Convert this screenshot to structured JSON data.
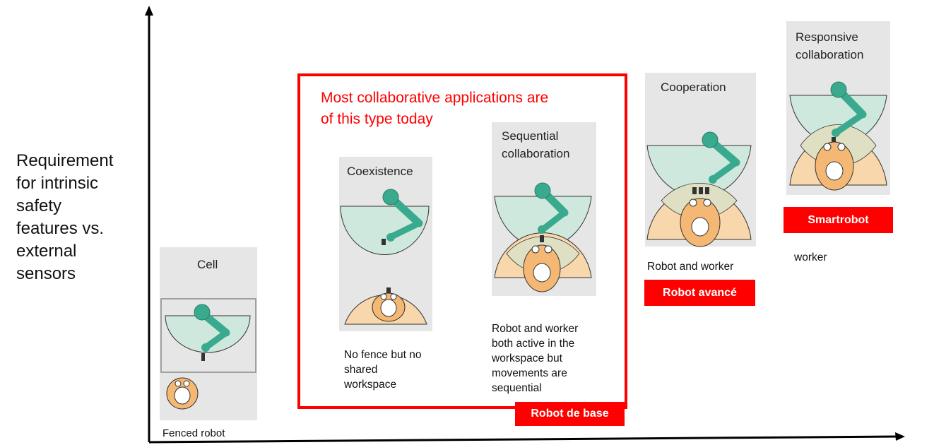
{
  "axis": {
    "y_label": "Requirement\nfor intrinsic\nsafety\nfeatures vs.\nexternal\nsensors"
  },
  "highlight_text": "Most collaborative applications are\nof this type today",
  "panels": {
    "cell": {
      "title": "Cell",
      "caption": "Fenced robot"
    },
    "coexistence": {
      "title": "Coexistence",
      "caption": "No fence but no\nshared\nworkspace"
    },
    "sequential": {
      "title": "Sequential\ncollaboration",
      "caption": "Robot and worker\nboth active in the\nworkspace but\nmovements are\nsequential"
    },
    "cooperation": {
      "title": "Cooperation",
      "caption": "Robot and worker"
    },
    "responsive": {
      "title": "Responsive\ncollaboration",
      "caption": "worker"
    }
  },
  "badges": {
    "base": "Robot de base",
    "advanced": "Robot avancé",
    "smart": "Smartrobot"
  },
  "colors": {
    "robot_zone": "#cfe8de",
    "robot_arm": "#3aaa8f",
    "worker_zone": "#f7d7ab",
    "worker_body": "#f4b874",
    "overlap_zone": "#dfe0c3",
    "panel_bg": "#e6e6e6",
    "accent_red": "#ff0000"
  }
}
